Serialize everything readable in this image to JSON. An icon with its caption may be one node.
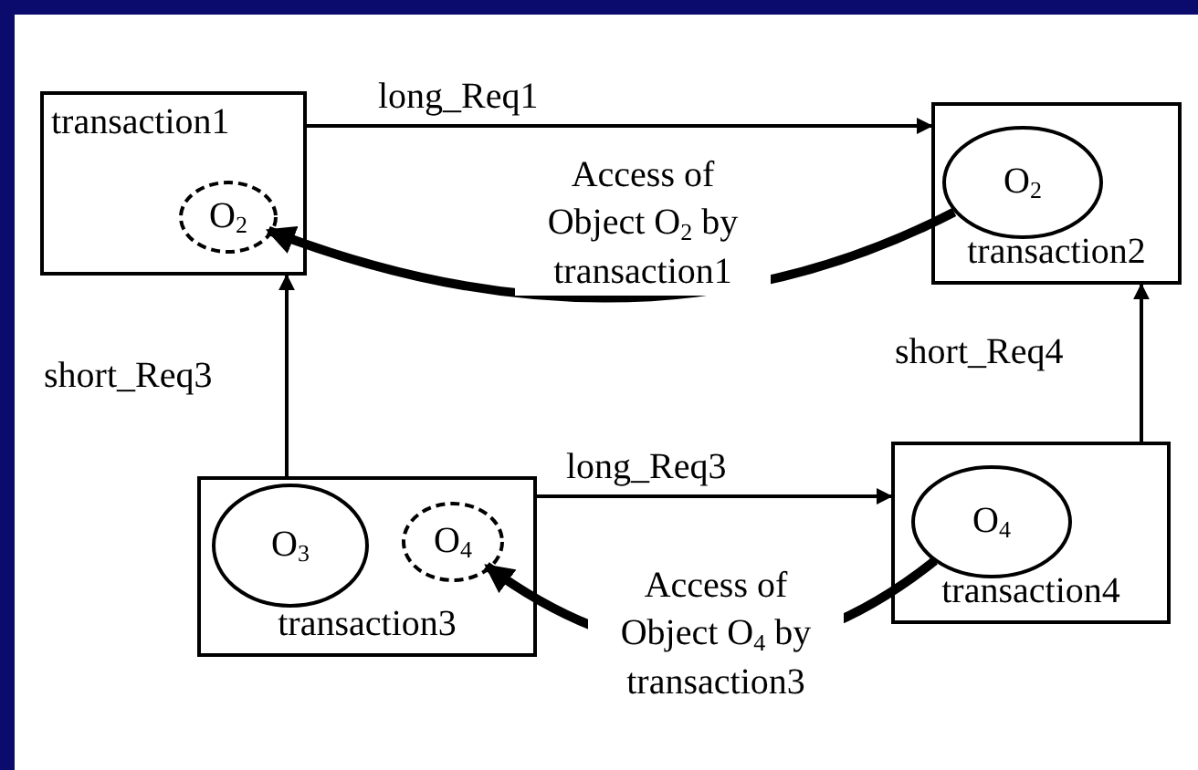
{
  "diagram": {
    "nodes": [
      {
        "text": [
          "transaction1"
        ]
      },
      {
        "text": [
          "O$_{2}$"
        ],
        "in": 0
      },
      {
        "text": [
          "transaction2"
        ]
      },
      {
        "text": [
          "O$_{2}$"
        ],
        "in": 2
      },
      {
        "text": [
          "transaction3"
        ]
      },
      {
        "text": [
          "O$_{3}$"
        ],
        "in": 4
      },
      {
        "text": [
          "O$_{4}$"
        ],
        "in": 4
      },
      {
        "text": [
          "transaction4"
        ]
      },
      {
        "text": [
          "O$_{4}$"
        ],
        "in": 7
      }
    ],
    "edges": [
      {
        "from": 0,
        "to": 2,
        "arrow": "to",
        "label": "long_Req1"
      },
      {
        "from": 3,
        "to": 1,
        "arrow": "to",
        "label": "Access of Object O$_{2}$ by transaction1",
        "style": "thick"
      },
      {
        "from": 4,
        "to": 0,
        "arrow": "to",
        "label": "short_Req3"
      },
      {
        "from": 7,
        "to": 2,
        "arrow": "to",
        "label": "short_Req4"
      },
      {
        "from": 4,
        "to": 7,
        "arrow": "to",
        "label": "long_Req3"
      },
      {
        "from": 8,
        "to": 6,
        "arrow": "to",
        "label": "Access of Object O$_{4}$ by transaction3",
        "style": "thick"
      }
    ]
  }
}
